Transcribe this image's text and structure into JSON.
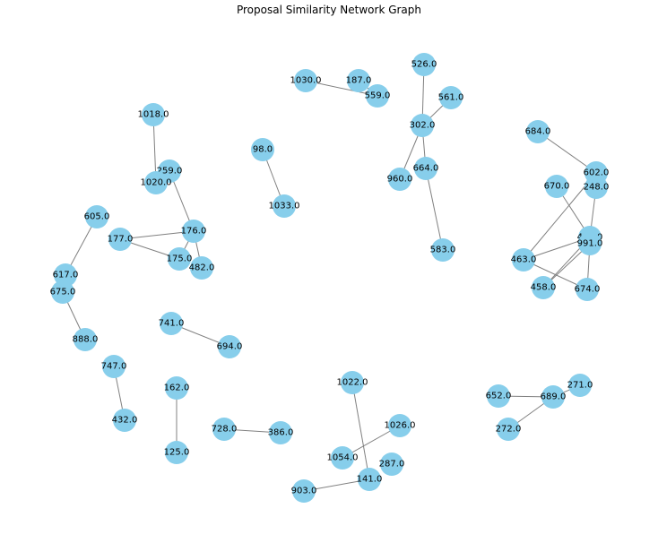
{
  "title": "Proposal Similarity Network Graph",
  "colors": {
    "node": "#87ceeb",
    "edge": "#808080",
    "label": "#000000",
    "background": "#ffffff"
  },
  "nodes": [
    "1030.0",
    "187.0",
    "559.0",
    "526.0",
    "561.0",
    "302.0",
    "960.0",
    "664.0",
    "583.0",
    "684.0",
    "602.0",
    "248.0",
    "670.0",
    "462.0",
    "991.0",
    "463.0",
    "458.0",
    "674.0",
    "1018.0",
    "259.0",
    "1020.0",
    "98.0",
    "1033.0",
    "605.0",
    "176.0",
    "177.0",
    "175.0",
    "482.0",
    "617.0",
    "675.0",
    "888.0",
    "741.0",
    "694.0",
    "747.0",
    "432.0",
    "162.0",
    "125.0",
    "728.0",
    "386.0",
    "1022.0",
    "1026.0",
    "1054.0",
    "287.0",
    "141.0",
    "903.0",
    "652.0",
    "689.0",
    "271.0",
    "272.0"
  ],
  "edges": [
    [
      "1030.0",
      "559.0"
    ],
    [
      "187.0",
      "559.0"
    ],
    [
      "526.0",
      "302.0"
    ],
    [
      "561.0",
      "302.0"
    ],
    [
      "302.0",
      "960.0"
    ],
    [
      "302.0",
      "664.0"
    ],
    [
      "664.0",
      "583.0"
    ],
    [
      "684.0",
      "602.0"
    ],
    [
      "670.0",
      "462.0"
    ],
    [
      "248.0",
      "462.0"
    ],
    [
      "602.0",
      "463.0"
    ],
    [
      "463.0",
      "674.0"
    ],
    [
      "458.0",
      "991.0"
    ],
    [
      "991.0",
      "674.0"
    ],
    [
      "458.0",
      "462.0"
    ],
    [
      "462.0",
      "463.0"
    ],
    [
      "1018.0",
      "1020.0"
    ],
    [
      "259.0",
      "176.0"
    ],
    [
      "98.0",
      "1033.0"
    ],
    [
      "176.0",
      "177.0"
    ],
    [
      "177.0",
      "175.0"
    ],
    [
      "176.0",
      "175.0"
    ],
    [
      "176.0",
      "482.0"
    ],
    [
      "605.0",
      "617.0"
    ],
    [
      "675.0",
      "888.0"
    ],
    [
      "741.0",
      "694.0"
    ],
    [
      "747.0",
      "432.0"
    ],
    [
      "162.0",
      "125.0"
    ],
    [
      "728.0",
      "386.0"
    ],
    [
      "1022.0",
      "141.0"
    ],
    [
      "1026.0",
      "1054.0"
    ],
    [
      "903.0",
      "141.0"
    ],
    [
      "652.0",
      "689.0"
    ],
    [
      "271.0",
      "689.0"
    ],
    [
      "272.0",
      "689.0"
    ]
  ]
}
